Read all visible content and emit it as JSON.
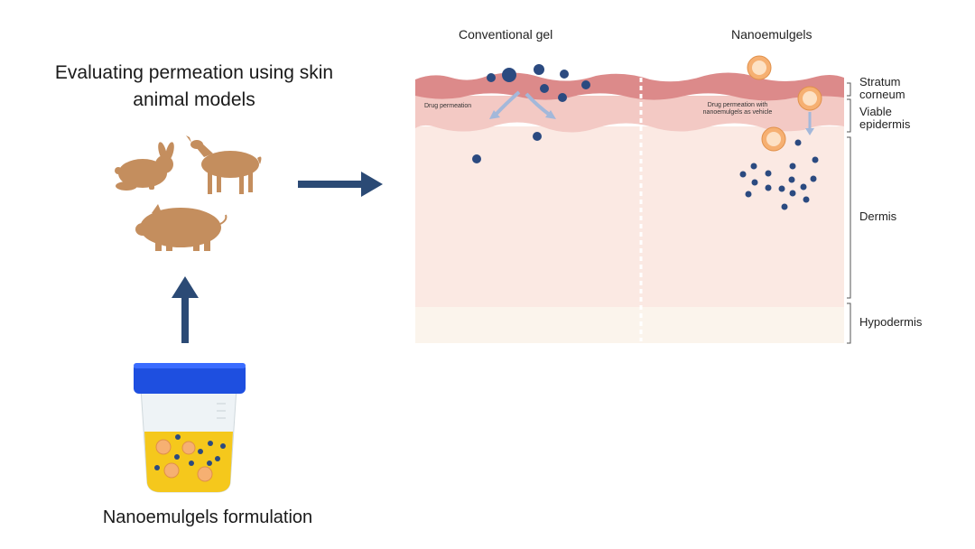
{
  "left_title": "Evaluating permeation using skin animal models",
  "bottom_label": "Nanoemulgels formulation",
  "columns": {
    "conventional": "Conventional gel",
    "nano": "Nanoemulgels"
  },
  "annotations": {
    "drug_permeation": "Drug permeation",
    "drug_permeation_vehicle_line1": "Drug permeation with",
    "drug_permeation_vehicle_line2": "nanoemulgels as vehicle"
  },
  "layers": {
    "stratum_line1": "Stratum",
    "stratum_line2": "corneum",
    "viable_line1": "Viable",
    "viable_line2": "epidermis",
    "dermis": "Dermis",
    "hypodermis": "Hypodermis"
  },
  "colors": {
    "arrow": "#2b4a75",
    "animal": "#c48e5e",
    "lid": "#1e4fe0",
    "drug": "#2b4a80",
    "droplet": "#f6b072"
  },
  "icons": [
    "rabbit-icon",
    "goat-icon",
    "pig-icon",
    "container-icon"
  ]
}
